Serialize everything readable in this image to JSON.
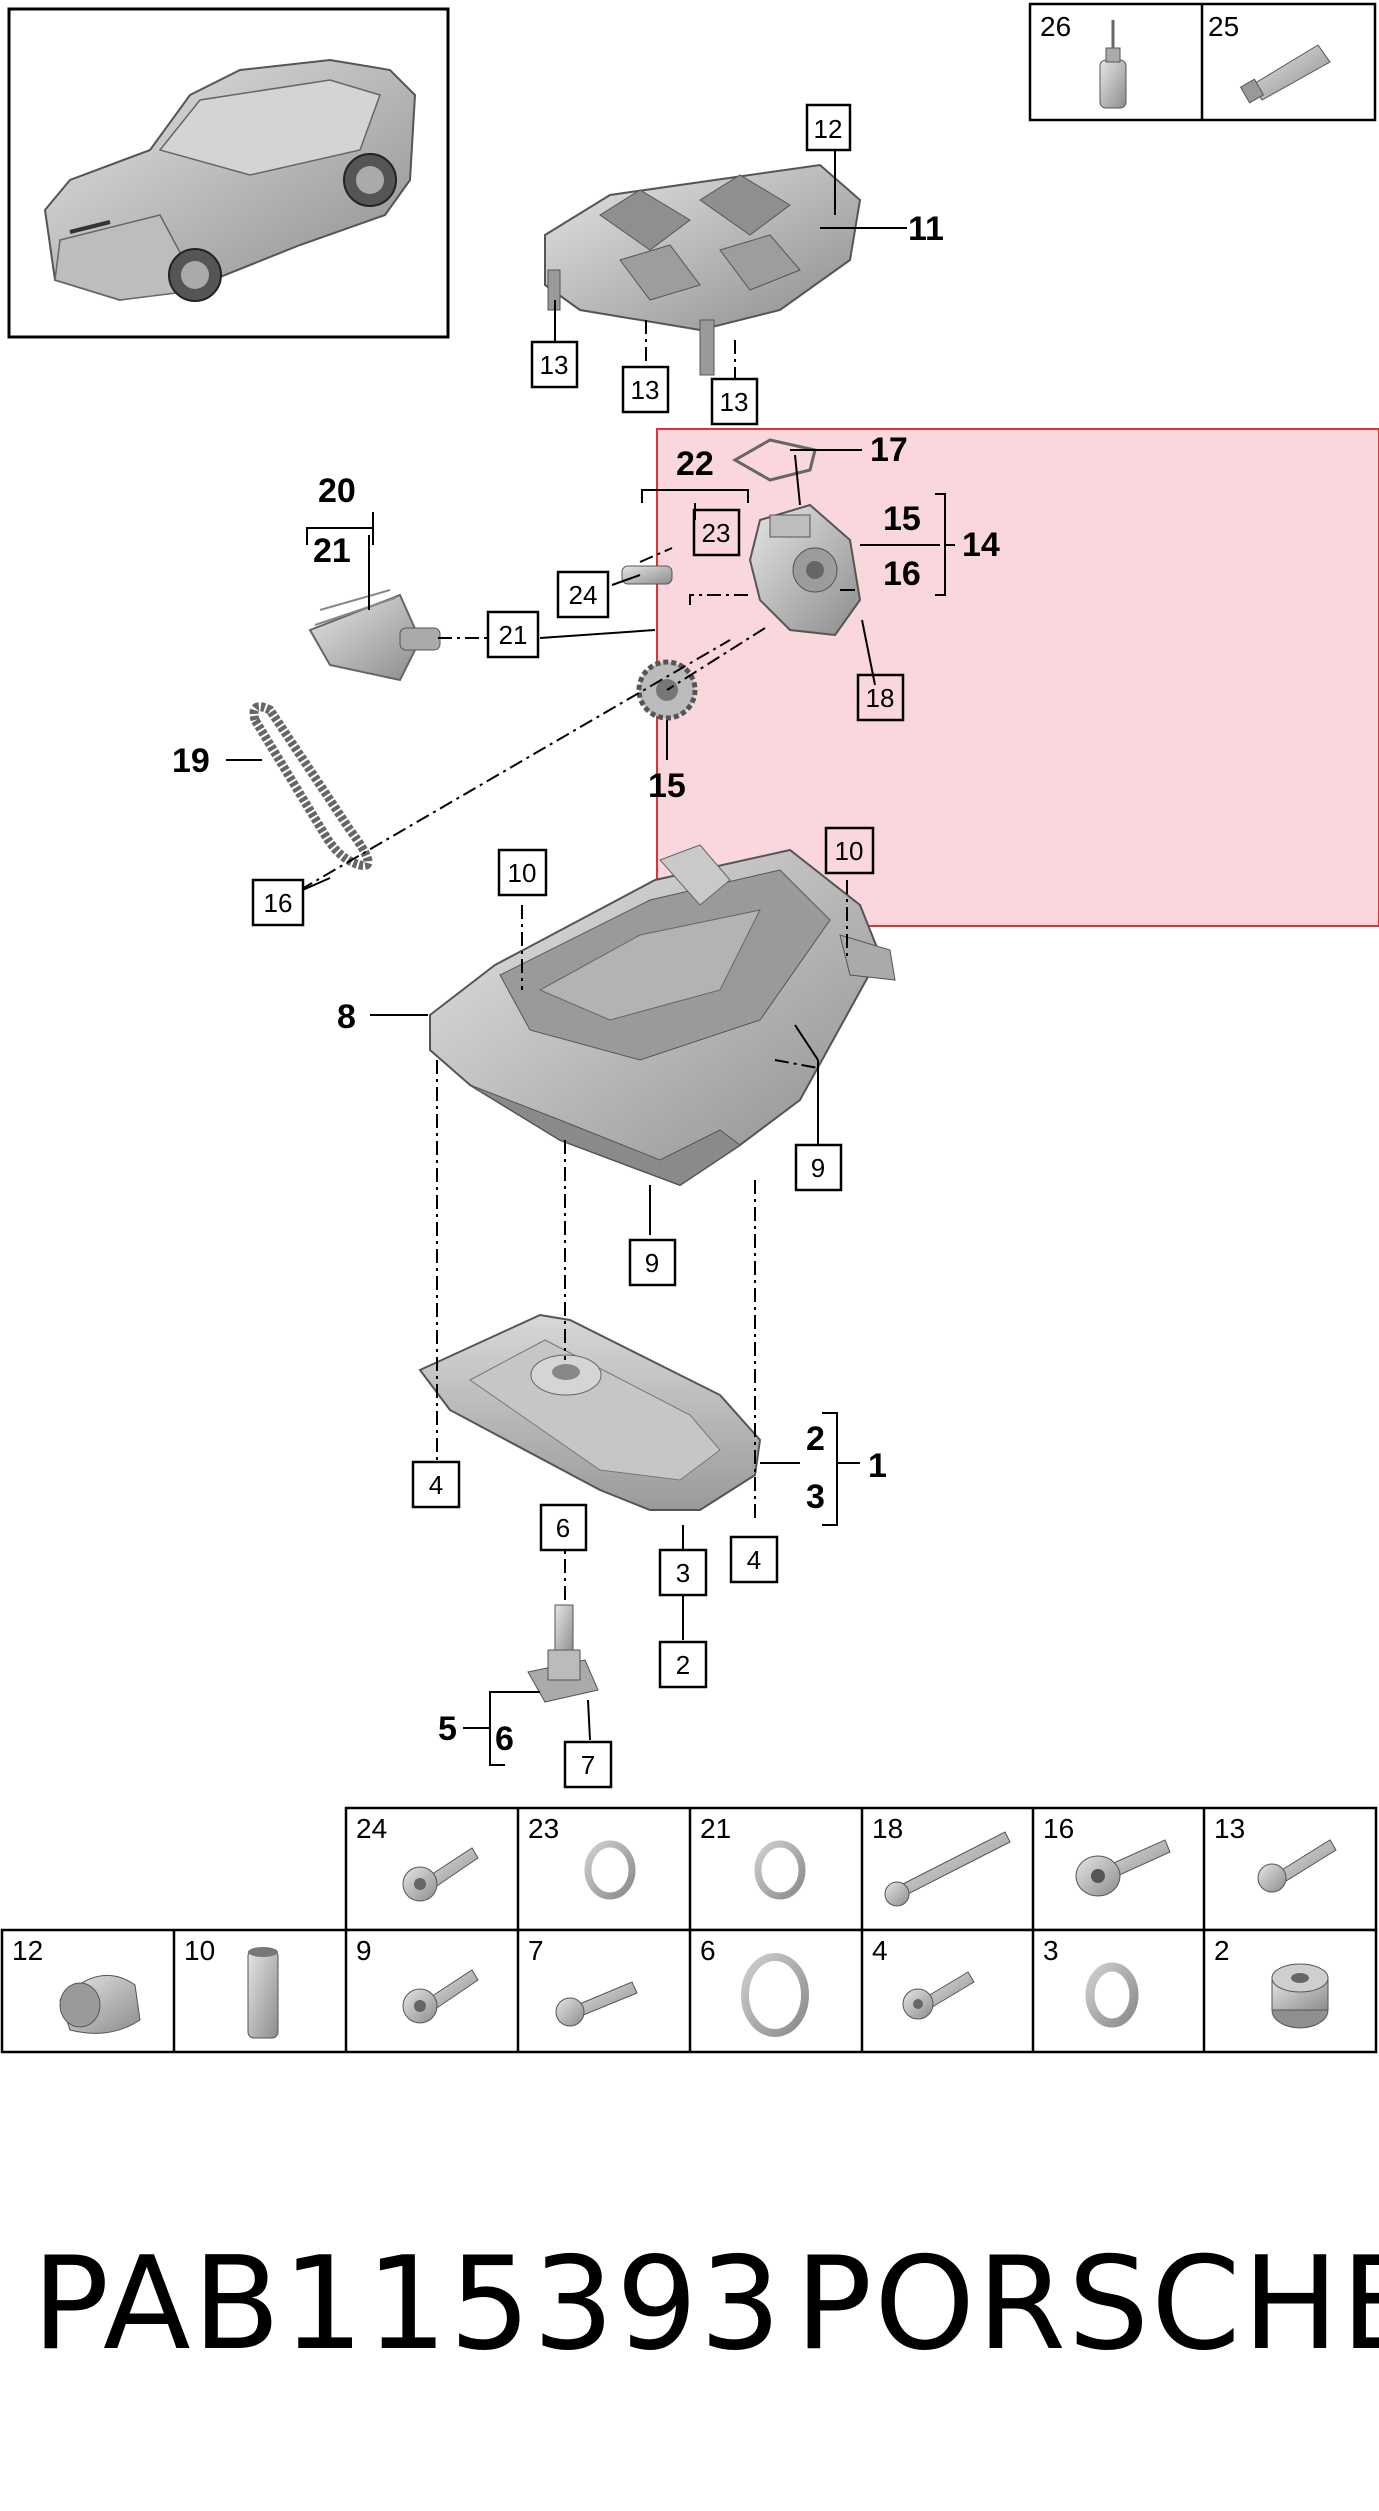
{
  "diagram": {
    "callouts_boxed": {
      "b12_top": "12",
      "b13_a": "13",
      "b13_b": "13",
      "b13_c": "13",
      "b23": "23",
      "b24": "24",
      "b21": "21",
      "b18": "18",
      "b16": "16",
      "b10_left": "10",
      "b10_right": "10",
      "b9_right": "9",
      "b9_mid": "9",
      "b4_left": "4",
      "b4_right": "4",
      "b6": "6",
      "b3": "3",
      "b2": "2",
      "b7": "7"
    },
    "callouts_plain": {
      "n11": "11",
      "n17": "17",
      "n22": "22",
      "n15_top": "15",
      "n16_top": "16",
      "n14": "14",
      "n15_low": "15",
      "n20": "20",
      "n21": "21",
      "n19": "19",
      "n8": "8",
      "n2": "2",
      "n3": "3",
      "n1": "1",
      "n5": "5",
      "n6": "6"
    },
    "consumables": [
      {
        "number": "26",
        "icon": "oil-bottle-icon"
      },
      {
        "number": "25",
        "icon": "sealant-tube-icon"
      }
    ],
    "hardware_row1": [
      {
        "number": "24",
        "icon": "bolt-icon"
      },
      {
        "number": "23",
        "icon": "seal-ring-icon"
      },
      {
        "number": "21",
        "icon": "seal-ring-icon"
      },
      {
        "number": "18",
        "icon": "long-bolt-icon"
      },
      {
        "number": "16",
        "icon": "shoulder-bolt-icon"
      },
      {
        "number": "13",
        "icon": "bolt-icon"
      }
    ],
    "hardware_row2": [
      {
        "number": "12",
        "icon": "sleeve-icon"
      },
      {
        "number": "10",
        "icon": "dowel-sleeve-icon"
      },
      {
        "number": "9",
        "icon": "bolt-icon"
      },
      {
        "number": "7",
        "icon": "bolt-icon"
      },
      {
        "number": "6",
        "icon": "large-seal-ring-icon"
      },
      {
        "number": "4",
        "icon": "bolt-icon"
      },
      {
        "number": "3",
        "icon": "seal-ring-icon"
      },
      {
        "number": "2",
        "icon": "drain-plug-icon"
      }
    ],
    "highlight_color": "#f4b6c0"
  },
  "footer": {
    "part_code": "PAB115393",
    "brand": "PORSCHE"
  }
}
